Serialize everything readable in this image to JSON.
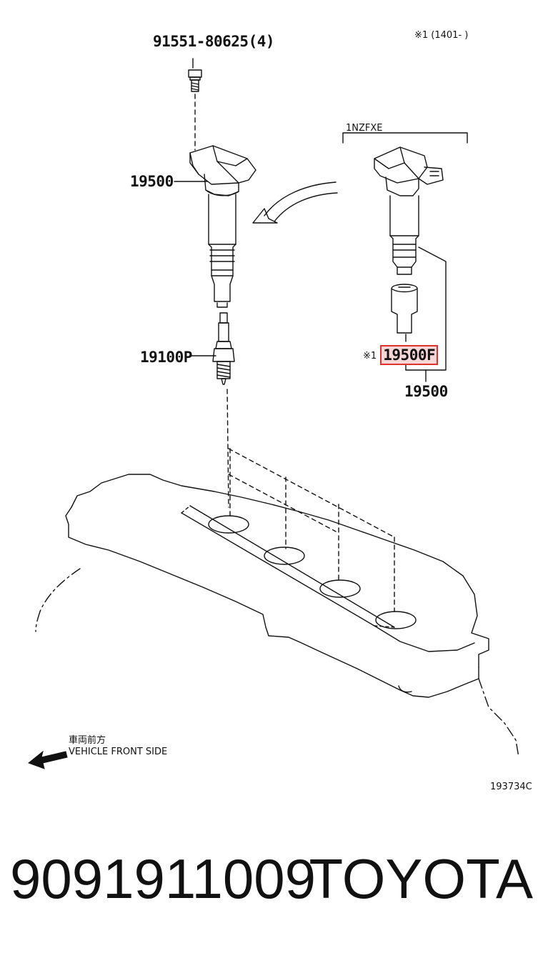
{
  "labels": {
    "bolt": "91551-80625(4)",
    "coil_left": "19500",
    "spark_plug": "19100P",
    "coil_right": "19500",
    "highlighted_part": "19500F",
    "note_marker": "※1",
    "note_header": "※1 (1401-      )",
    "engine_variant": "1NZFXE",
    "front_jp": "車両前方",
    "front_en": "VEHICLE FRONT SIDE",
    "figure_id": "193734C"
  },
  "footer": {
    "part_number": "9091911009",
    "brand": "TOYOTA"
  },
  "colors": {
    "line": "#111111",
    "highlight_border": "#e0312f",
    "highlight_fill": "#f6d6d6"
  }
}
